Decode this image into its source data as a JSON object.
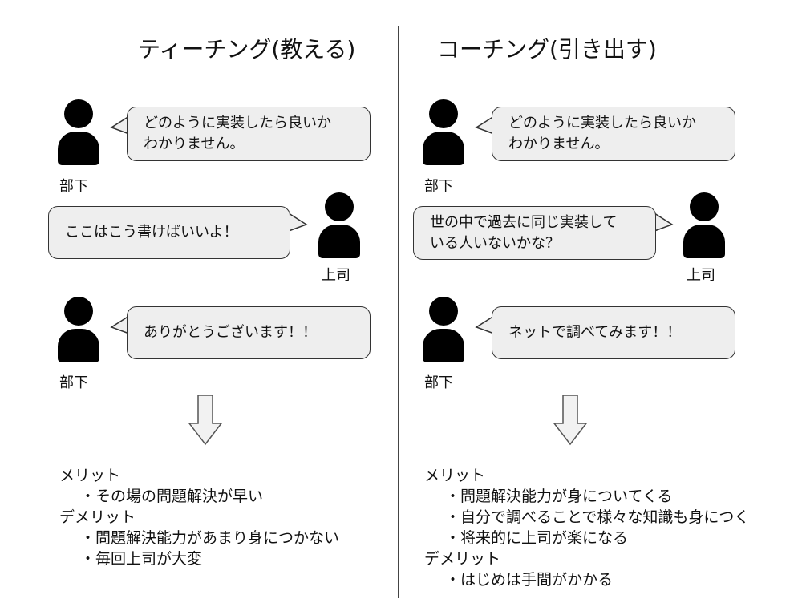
{
  "left": {
    "title": "ティーチング(教える)",
    "p1_label": "部下",
    "p1_msg": "どのように実装したら良いか\nわかりません。",
    "boss_label": "上司",
    "boss_msg": "ここはこう書けばいいよ！",
    "p2_label": "部下",
    "p2_msg": "ありがとうございます！！",
    "merit_heading": "メリット",
    "merits": [
      "・その場の問題解決が早い"
    ],
    "demerit_heading": "デメリット",
    "demerits": [
      "・問題解決能力があまり身につかない",
      "・毎回上司が大変"
    ]
  },
  "right": {
    "title": "コーチング(引き出す)",
    "p1_label": "部下",
    "p1_msg": "どのように実装したら良いか\nわかりません。",
    "boss_label": "上司",
    "boss_msg": "世の中で過去に同じ実装して\nいる人いないかな？",
    "p2_label": "部下",
    "p2_msg": "ネットで調べてみます！！",
    "merit_heading": "メリット",
    "merits": [
      "・問題解決能力が身についてくる",
      "・自分で調べることで様々な知識も身につく",
      "・将来的に上司が楽になる"
    ],
    "demerit_heading": "デメリット",
    "demerits": [
      "・はじめは手間がかかる"
    ]
  },
  "colors": {
    "bubble_fill": "#eeeeee",
    "bubble_stroke": "#333333",
    "figure": "#000000",
    "arrow_stroke": "#555555"
  }
}
